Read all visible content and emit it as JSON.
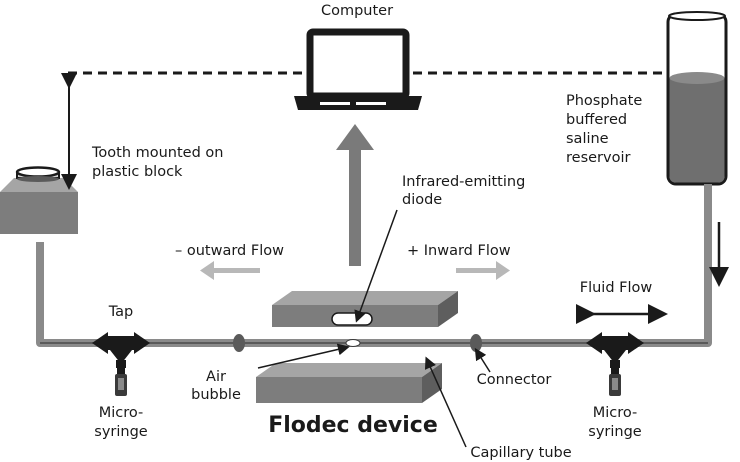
{
  "labels": {
    "computer": "Computer",
    "tooth_line1": "Tooth mounted on",
    "tooth_line2": "plastic block",
    "reservoir_line1": "Phosphate",
    "reservoir_line2": "buffered",
    "reservoir_line3": "saline",
    "reservoir_line4": "reservoir",
    "diode_line1": "Infrared-emitting",
    "diode_line2": "diode",
    "outward_flow": "– outward Flow",
    "inward_flow": "+ Inward Flow",
    "tap": "Tap",
    "fluid_flow": "Fluid Flow",
    "air_line1": "Air",
    "air_line2": "bubble",
    "connector": "Connector",
    "micro_left_line1": "Micro-",
    "micro_left_line2": "syringe",
    "micro_right_line1": "Micro-",
    "micro_right_line2": "syringe",
    "flodec_device": "Flodec device",
    "capillary_tube": "Capillary tube"
  },
  "colors": {
    "tube": "#8a8a8a",
    "block_side": "#7d7d7d",
    "block_top": "#a5a5a5",
    "dark": "#1a1a1a",
    "flow_arrow": "#b8b8b8",
    "liquid": "#6f6f6f"
  }
}
